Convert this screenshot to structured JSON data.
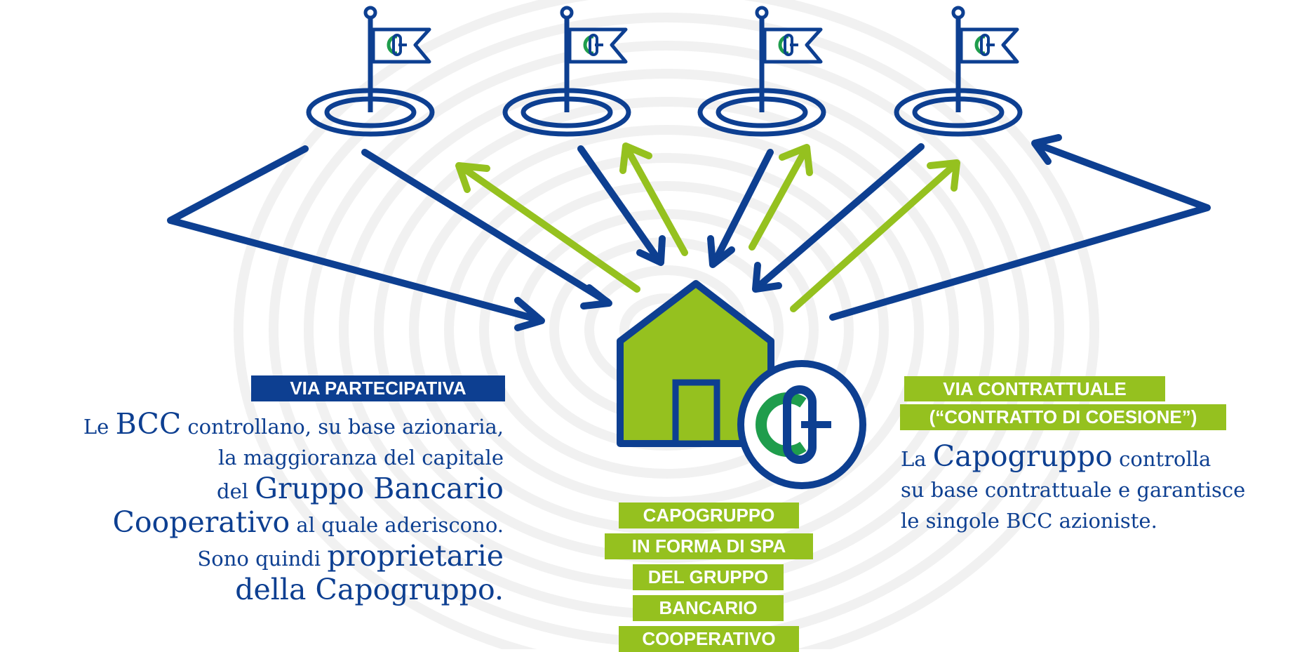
{
  "colors": {
    "blue": "#0d3f91",
    "green": "#95c11f",
    "fingerprint": "#f1f1f1"
  },
  "icons": {
    "flag": "flag-with-logo-icon",
    "target": "target-rings-icon",
    "house": "house-icon",
    "logo": "cc-logo-icon"
  },
  "left": {
    "tag": "VIA PARTECIPATIVA",
    "lines": [
      [
        {
          "t": "Le "
        },
        {
          "t": "BCC",
          "big": true
        },
        {
          "t": " controllano, su base azionaria,"
        }
      ],
      [
        {
          "t": "la maggioranza del capitale"
        }
      ],
      [
        {
          "t": "del "
        },
        {
          "t": "Gruppo Bancario",
          "big": true
        }
      ],
      [
        {
          "t": "Cooperativo",
          "big": true
        },
        {
          "t": " al quale aderiscono."
        }
      ],
      [
        {
          "t": "Sono quindi "
        },
        {
          "t": "proprietarie",
          "big": true
        }
      ],
      [
        {
          "t": "della Capogruppo.",
          "big": true
        }
      ]
    ]
  },
  "center": {
    "lines": [
      "CAPOGRUPPO",
      "IN FORMA DI SPA",
      "DEL GRUPPO",
      "BANCARIO",
      "COOPERATIVO"
    ]
  },
  "right": {
    "tag_line1": "VIA CONTRATTUALE",
    "tag_line2": "(“CONTRATTO DI COESIONE”)",
    "lines": [
      [
        {
          "t": "La "
        },
        {
          "t": "Capogruppo",
          "big": true
        },
        {
          "t": " controlla"
        }
      ],
      [
        {
          "t": "su base contrattuale e garantisce"
        }
      ],
      [
        {
          "t": "le singole BCC azioniste."
        }
      ]
    ]
  }
}
